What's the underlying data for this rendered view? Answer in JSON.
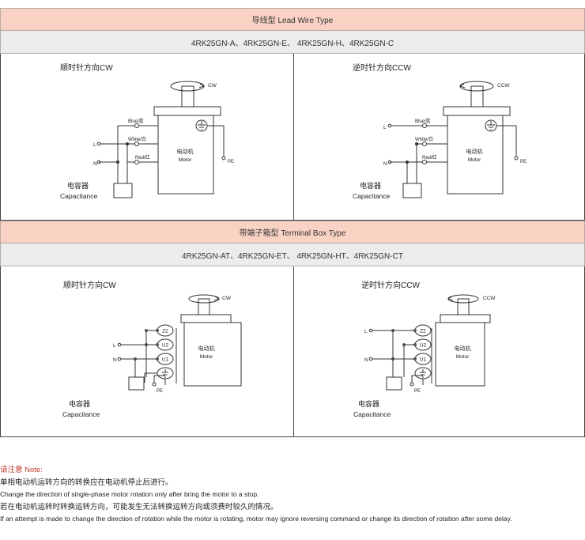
{
  "sections": [
    {
      "title": "导线型 Lead Wire Type",
      "models": "4RK25GN-A、4RK25GN-E、 4RK25GN-H、4RK25GN-C",
      "diagrams": [
        {
          "direction_label": "顺时针方向CW",
          "rotation": "CW",
          "line_labels": [
            "L",
            "N"
          ],
          "wire_labels": [
            "Blue/蓝",
            "White/白",
            "Red/红"
          ],
          "motor_label": [
            "电动机",
            "Motor"
          ],
          "pe_label": "PE",
          "capacitor_label": [
            "电容器",
            "Capacitance"
          ]
        },
        {
          "direction_label": "逆时针方向CCW",
          "rotation": "CCW",
          "line_labels": [
            "L",
            "N"
          ],
          "wire_labels": [
            "Blue/蓝",
            "White/白",
            "Red/红"
          ],
          "motor_label": [
            "电动机",
            "Motor"
          ],
          "pe_label": "PE",
          "capacitor_label": [
            "电容器",
            "Capacitance"
          ]
        }
      ]
    },
    {
      "title": "带端子箱型 Terminal Box Type",
      "models": "4RK25GN-AT、4RK25GN-ET、 4RK25GN-HT、4RK25GN-CT",
      "diagrams": [
        {
          "direction_label": "顺时针方向CW",
          "rotation": "CW",
          "line_labels": [
            "L",
            "N"
          ],
          "terminal_labels": [
            "Z2",
            "U2",
            "U1"
          ],
          "motor_label": [
            "电动机",
            "Motor"
          ],
          "pe_label": "PE",
          "capacitor_label": [
            "电容器",
            "Capacitance"
          ]
        },
        {
          "direction_label": "逆时针方向CCW",
          "rotation": "CCW",
          "line_labels": [
            "L",
            "N"
          ],
          "terminal_labels": [
            "Z2",
            "U2",
            "U1"
          ],
          "motor_label": [
            "电动机",
            "Motor"
          ],
          "pe_label": "PE",
          "capacitor_label": [
            "电容器",
            "Capacitance"
          ]
        }
      ]
    }
  ],
  "notes": {
    "heading": "请注意 Note:",
    "lines": [
      "单相电动机运转方向的转换应在电动机停止后进行。",
      "Change the direction of single-phase motor rotation only after bring the motor to a stop.",
      "若在电动机运转时转换运转方向，可能发生无法转换运转方向或须费时较久的情况。",
      "If an attempt is made to change the direction of rotation while the motor is rotating, motor may ignore reversing command or change its direction of rotation after some delay."
    ]
  }
}
